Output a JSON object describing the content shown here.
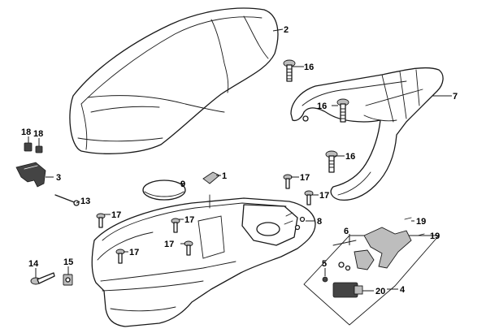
{
  "callouts": [
    {
      "id": "p2",
      "label": "2"
    },
    {
      "id": "p16a",
      "label": "16"
    },
    {
      "id": "p7",
      "label": "7"
    },
    {
      "id": "p16b",
      "label": "16"
    },
    {
      "id": "p16c",
      "label": "16"
    },
    {
      "id": "p18a",
      "label": "18"
    },
    {
      "id": "p18b",
      "label": "18"
    },
    {
      "id": "p3",
      "label": "3"
    },
    {
      "id": "p13",
      "label": "13"
    },
    {
      "id": "p9",
      "label": "9"
    },
    {
      "id": "p1",
      "label": "1"
    },
    {
      "id": "p17a",
      "label": "17"
    },
    {
      "id": "p17b",
      "label": "17"
    },
    {
      "id": "p17c",
      "label": "17"
    },
    {
      "id": "p17d",
      "label": "17"
    },
    {
      "id": "p17e",
      "label": "17"
    },
    {
      "id": "p17f",
      "label": "17"
    },
    {
      "id": "p8",
      "label": "8"
    },
    {
      "id": "p19a",
      "label": "19"
    },
    {
      "id": "p19b",
      "label": "19"
    },
    {
      "id": "p6",
      "label": "6"
    },
    {
      "id": "p5",
      "label": "5"
    },
    {
      "id": "p20",
      "label": "20"
    },
    {
      "id": "p4",
      "label": "4"
    },
    {
      "id": "p14",
      "label": "14"
    },
    {
      "id": "p15",
      "label": "15"
    }
  ]
}
